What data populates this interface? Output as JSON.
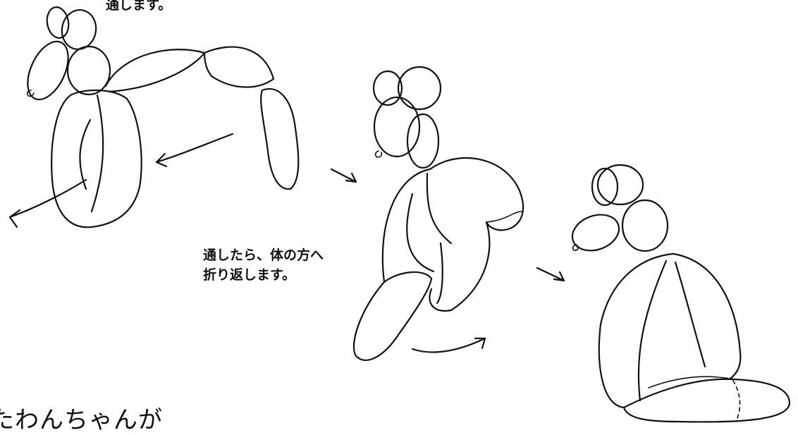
{
  "captions": {
    "top": "通します。",
    "middle_line1": "通したら、体の方へ",
    "middle_line2": "折り返します。",
    "bottom": "たわんちゃんが"
  }
}
